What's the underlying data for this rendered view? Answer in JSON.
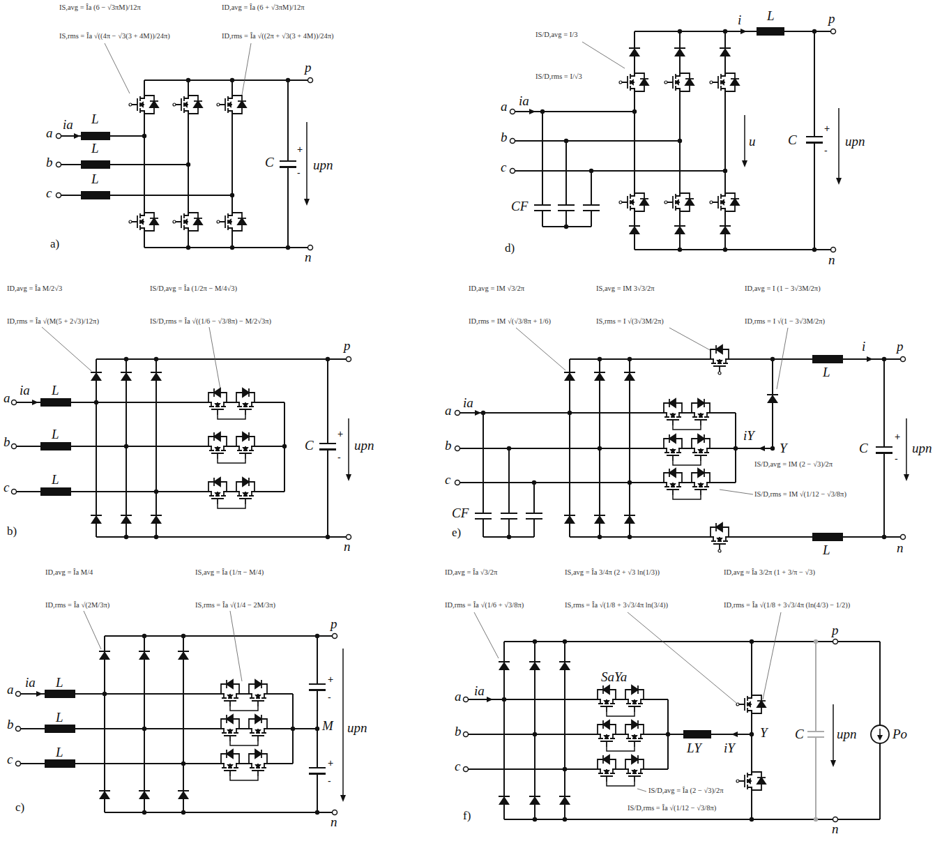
{
  "diagram": {
    "labels": [
      "IS,avg = Îa (6 − √3πM)/12π",
      "ID,avg = Îa (6 + √3πM)/12π",
      "IS,rms = Îa √((4π − √3(3 + 4M))/24π)",
      "ID,rms = Îa √((2π + √3(3 + 4M))/24π)",
      "p",
      "a",
      "ia",
      "L",
      "b",
      "L",
      "c",
      "L",
      "C",
      "+",
      "-",
      "upn",
      "a)",
      "n",
      "ID,avg = Îa M/2√3",
      "IS/D,avg = Îa (1/2π − M/4√3)",
      "ID,rms = Îa √(M(5 + 2√3)/12π)",
      "IS/D,rms = Îa √((1/6 − √3/8π) − M/2√3π)",
      "p",
      "a",
      "ia",
      "L",
      "b",
      "L",
      "c",
      "L",
      "C",
      "+",
      "-",
      "upn",
      "b)",
      "n",
      "ID,avg = Îa M/4",
      "IS,avg = Îa (1/π − M/4)",
      "ID,rms = Îa √(2M/3π)",
      "IS,rms = Îa √(1/4 − 2M/3π)",
      "p",
      "a",
      "ia",
      "L",
      "b",
      "L",
      "c",
      "L",
      "+",
      "-",
      "M",
      "upn",
      "+",
      "-",
      "c)",
      "n",
      "IS/D,avg = I/3",
      "IS/D,rms = I/√3",
      "i",
      "L",
      "p",
      "a",
      "ia",
      "b",
      "c",
      "u",
      "C",
      "+",
      "-",
      "upn",
      "CF",
      "d)",
      "n",
      "ID,avg = IM √3/2π",
      "IS,avg = IM 3√3/2π",
      "ID,avg = I (1 − 3√3M/2π)",
      "ID,rms = IM √(√3/8π + 1/6)",
      "IS,rms = I √(3√3M/2π)",
      "ID,rms = I √(1 − 3√3M/2π)",
      "i",
      "p",
      "L",
      "a",
      "ia",
      "b",
      "c",
      "iY",
      "Y",
      "C",
      "+",
      "-",
      "upn",
      "IS/D,avg = IM (2 − √3)/2π",
      "IS/D,rms = IM √(1/12 − √3/8π)",
      "CF",
      "e)",
      "L",
      "n",
      "ID,avg = Îa √3/2π",
      "IS,avg = Îa 3/4π (2 + √3 ln(1/3))",
      "ID,avg ≈ Îa 3/2π (1 + 3/π − √3)",
      "ID,rms = Îa √(1/6 + √3/8π)",
      "IS,rms = Îa √(1/8 + 3√3/4π ln(3/4))",
      "ID,rms = Îa √(1/8 + 3√3/4π (ln(4/3) − 1/2))",
      "p",
      "SaYa",
      "a",
      "ia",
      "b",
      "c",
      "LY",
      "iY",
      "Y",
      "C",
      "upn",
      "Po",
      "IS/D,avg = Îa (2 − √3)/2π",
      "IS/D,rms = Îa √(1/12 − √3/8π)",
      "f)",
      "n"
    ]
  }
}
